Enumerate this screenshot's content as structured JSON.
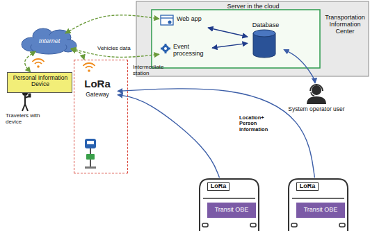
{
  "diagram": {
    "nodes": [
      {
        "text": [
          "Server in the cloud",
          "Transportation Information Center"
        ]
      },
      {
        "text": [
          "Web app"
        ],
        "in": 0
      },
      {
        "text": [
          "Database"
        ],
        "in": 0
      },
      {
        "text": [
          "Event processing"
        ],
        "in": 0
      },
      {
        "text": [
          "Internet"
        ]
      },
      {
        "text": [
          "Personal Information Device"
        ]
      },
      {
        "text": [
          "Intermediate station"
        ]
      },
      {
        "text": [
          "LoRa",
          "Gateway"
        ],
        "in": 6
      },
      {
        "text": [
          "System operator user"
        ]
      },
      {
        "text": [
          "LoRa",
          "Transit OBE"
        ]
      },
      {
        "text": [
          "LoRa",
          "Transit OBE"
        ]
      }
    ],
    "edges": [
      {
        "from": 4,
        "to": 1,
        "arrow": "both"
      },
      {
        "from": 4,
        "to": 3,
        "arrow": "both"
      },
      {
        "from": 4,
        "to": 5,
        "arrow": "both"
      },
      {
        "from": 4,
        "to": 6,
        "arrow": "both"
      },
      {
        "from": 1,
        "to": 2,
        "arrow": "both"
      },
      {
        "from": 3,
        "to": 2,
        "arrow": "both"
      },
      {
        "from": 2,
        "to": 8,
        "arrow": "both"
      },
      {
        "from": 9,
        "to": 7,
        "arrow": "to"
      },
      {
        "from": 10,
        "to": 7,
        "arrow": "to"
      }
    ],
    "labels": [
      "Vehicles data",
      "Location+ Person Information",
      "Travelers with device"
    ]
  }
}
